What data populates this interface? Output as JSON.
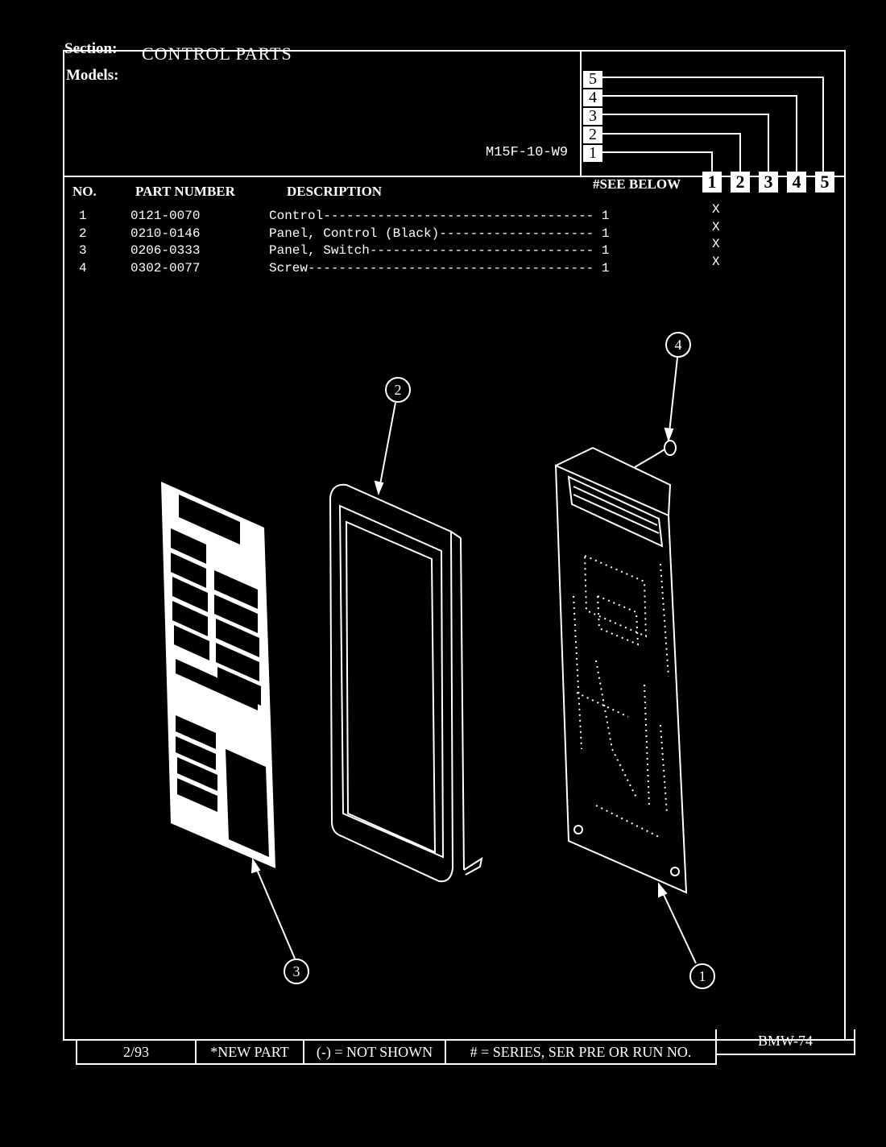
{
  "header": {
    "section_label": "Section:",
    "section_value": "CONTROL PARTS",
    "models_label": "Models:",
    "model_code": "M15F-10-W9",
    "model_boxes": [
      "5",
      "4",
      "3",
      "2",
      "1"
    ]
  },
  "columns": {
    "no": "NO.",
    "part_number": "PART NUMBER",
    "description": "DESCRIPTION",
    "see_below": "#SEE BELOW",
    "model_cols": [
      "1",
      "2",
      "3",
      "4",
      "5"
    ]
  },
  "parts": [
    {
      "no": "1",
      "part": "0121-0070",
      "desc": "Control----------------------------------- 1",
      "mark": "X"
    },
    {
      "no": "2",
      "part": "0210-0146",
      "desc": "Panel, Control (Black)-------------------- 1",
      "mark": "X"
    },
    {
      "no": "3",
      "part": "0206-0333",
      "desc": "Panel, Switch----------------------------- 1",
      "mark": "X"
    },
    {
      "no": "4",
      "part": "0302-0077",
      "desc": "Screw------------------------------------- 1",
      "mark": "X"
    }
  ],
  "callouts": [
    "1",
    "2",
    "3",
    "4"
  ],
  "footer": {
    "date": "2/93",
    "new_part": "*NEW PART",
    "not_shown": "(-) = NOT SHOWN",
    "series": "# = SERIES, SER PRE OR RUN NO.",
    "code": "BMW-74"
  }
}
